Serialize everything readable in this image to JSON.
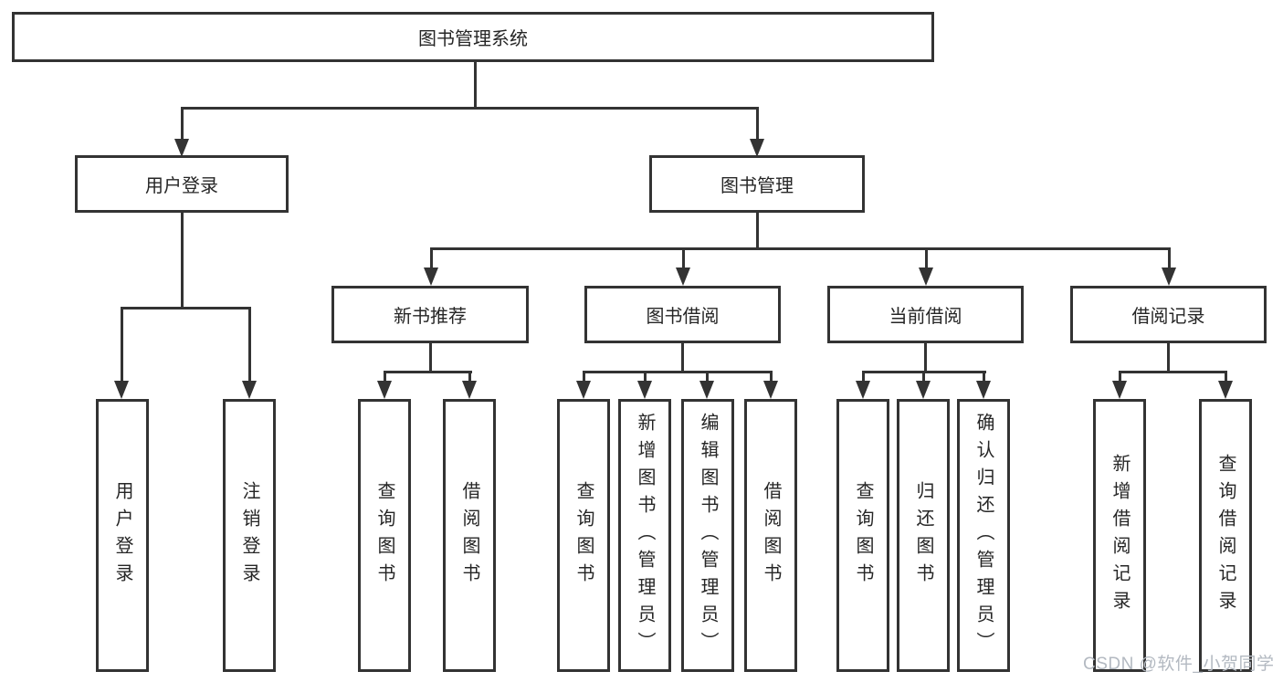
{
  "tree": {
    "root": "图书管理系统",
    "branches": [
      {
        "label": "用户登录",
        "children": [
          "用户登录",
          "注销登录"
        ]
      },
      {
        "label": "图书管理",
        "groups": [
          {
            "label": "新书推荐",
            "children": [
              "查询图书",
              "借阅图书"
            ]
          },
          {
            "label": "图书借阅",
            "children": [
              "查询图书",
              "新增图书（管理员）",
              "编辑图书（管理员）",
              "借阅图书"
            ]
          },
          {
            "label": "当前借阅",
            "children": [
              "查询图书",
              "归还图书",
              "确认归还（管理员）"
            ]
          },
          {
            "label": "借阅记录",
            "children": [
              "新增借阅记录",
              "查询借阅记录"
            ]
          }
        ]
      }
    ]
  },
  "watermark": "CSDN @软件_小贺同学",
  "colors": {
    "line": "#333333",
    "text": "#262626",
    "watermark": "#b3b9c1",
    "background": "#ffffff"
  }
}
